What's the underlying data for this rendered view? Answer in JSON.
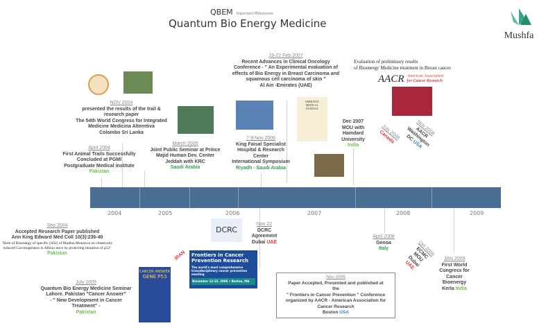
{
  "header": {
    "abbr": "QBEM",
    "subtitle": "Important Milestones",
    "title": "Quantum Bio Energy Medicine",
    "logo_text": "Mushfa"
  },
  "years": [
    "2004",
    "2005",
    "2006",
    "2007",
    "2008",
    "2009"
  ],
  "events": {
    "apr2004": {
      "date": "April 2004",
      "lines": [
        "First Animal Trails Successfully",
        "Concluded at PGMI",
        "Postgraduate Medical institute"
      ],
      "country": "Pakistan"
    },
    "nov2004": {
      "date": "NOV 2004",
      "lines": [
        "presented the results of the trail &",
        "research paper",
        "The 54th  World Congress for Integrated",
        "Medicine Medicina Alterntiva",
        "Colombo Sri Lanka"
      ]
    },
    "mar2005": {
      "date": "March 2005",
      "lines": [
        "Joint Public Seminar at Prince",
        "Majid Human Dev. Center",
        "Jeddah with KRC"
      ],
      "country": "Saudi Arabia"
    },
    "nov2006ks": {
      "date": "7-9 Nov 2006",
      "lines": [
        "King Faisal Specialist",
        "Hospital & Research",
        "Center",
        "International Symposium"
      ],
      "country": "Riyadh - Saudi Arabia"
    },
    "feb2007": {
      "date": "19-22 Feb 2007",
      "lines": [
        "Recent Advances in Clinical Oncology",
        "Conference -  \" An Experimental evaluation of",
        "effects of Bio Energy in Breast Carcinoma and",
        "squamous cell carcinoma of skin \"",
        "Al Ain -Emirates (UAE)"
      ]
    },
    "aacr_eval": {
      "lines": [
        "Evaluation of preliminary results",
        "of Bioenergy Medicine treatment in Breast cancer"
      ],
      "logo_main": "AACR",
      "logo_sub1": "American Association",
      "logo_sub2": "for Cancer Research"
    },
    "dec2007": {
      "lines": [
        "Dec 2007",
        "MOU with",
        "Hamdard",
        "University"
      ],
      "country": "India"
    },
    "jul2008": {
      "date": "July 2008",
      "country": "Canada"
    },
    "nov2008": {
      "date": "Nov 2008",
      "lines": [
        "AACR",
        "Washington",
        "DC"
      ],
      "country": "USA"
    },
    "sep2004": {
      "date": "Sep 2004",
      "lines": [
        "Accepted Research Paper published",
        "Ann King Edward Med Coll 10(3):236-40"
      ],
      "quote": "\"Role of Bioenergy of specific (S02) of Madina Munawra on chemically induced Carcinogenesis in Albino mice by protecting mutation of p53\"",
      "country": "Pakistan"
    },
    "jul2005": {
      "date": "July 2005",
      "lines": [
        "Quantum Bio Energy Medicine Seminar",
        "Lahore. Pakistan \"Cancer Answer\"",
        "- \" New Development in Cancer",
        "Treatment\" -"
      ],
      "country": "Pakistan"
    },
    "iran": {
      "country": "IRAN"
    },
    "nov22": {
      "date": "Nov 22",
      "lines": [
        "DCRC",
        "Agreement",
        "Dubai"
      ],
      "country": "UAE"
    },
    "nov2006box": {
      "date": "Nov 2006",
      "lines": [
        "Paper Accepted, Presented and published at",
        "the",
        "\" Frontiers in Cancer Prevention \" Conference",
        "organized by AACR - American Association for",
        "Cancer Research",
        "Boston"
      ],
      "country": "USA"
    },
    "apr2008": {
      "date": "April 2008",
      "lines": [
        "Genoa"
      ],
      "country": "Italy"
    },
    "oct2008": {
      "date": "Oct 2008",
      "lines": [
        "ECMC",
        "MOU",
        "Dubai"
      ],
      "country": "UAE"
    },
    "jan2009": {
      "date": "JAN 2009",
      "lines": [
        "First World",
        "Congress for",
        "Cancer",
        "Bioenergy",
        "Kerla"
      ],
      "country": "India"
    }
  },
  "images": {
    "dcrc": "DCRC",
    "journal": [
      "EMIRATES",
      "MEDICAL",
      "JOURNAL"
    ],
    "frontiers": [
      "Frontiers in Cancer",
      "Prevention Research",
      "The world's most comprehensive transdisciplinary cancer prevention meeting",
      "November 12-15, 2006 • Boston, MA"
    ],
    "poster": [
      "CANCER ANSWER",
      "GENE P53"
    ]
  },
  "colors": {
    "bar": "#4a6f93",
    "pakistan": "#6cbf4a",
    "red": "#e23a3a",
    "usa": "#3a7cc9"
  }
}
